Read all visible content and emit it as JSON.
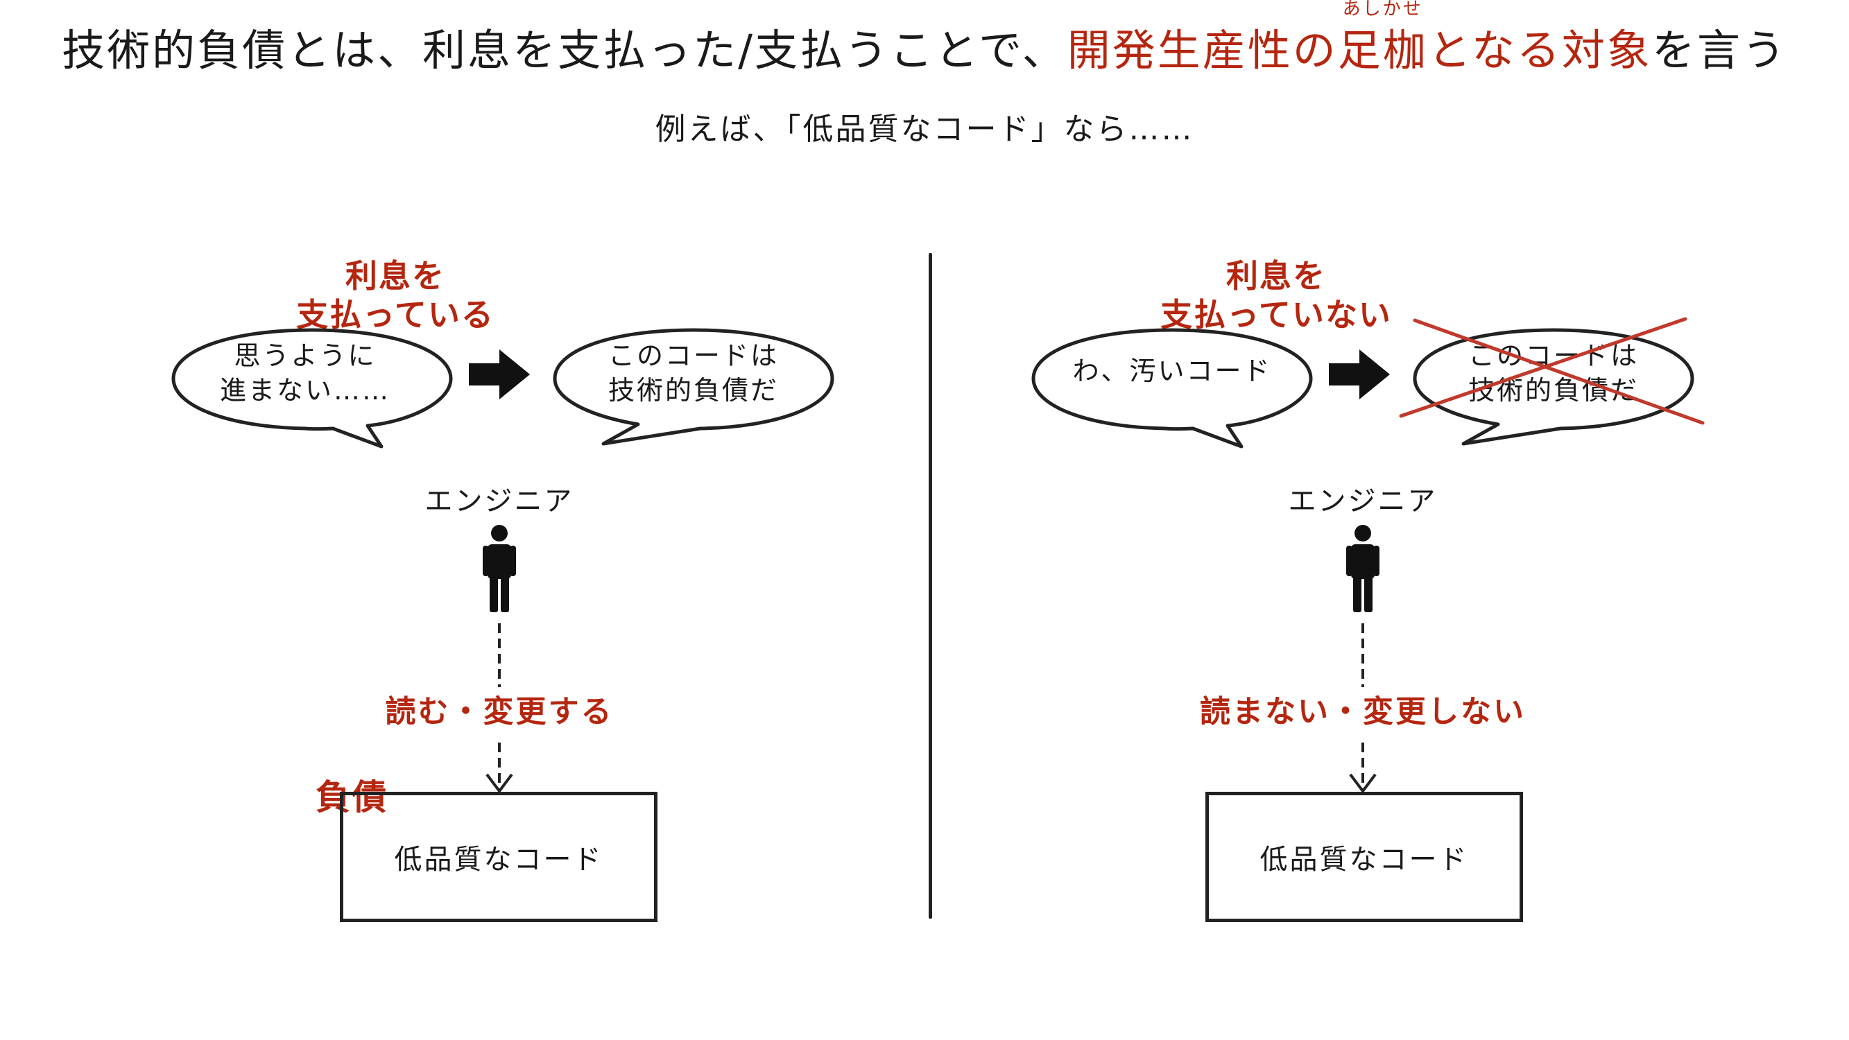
{
  "title": {
    "prefix": "技術的負債とは、利息を支払った/支払うことで、",
    "highlight_before_ruby": "開発生産性の",
    "ruby_base": "足枷",
    "ruby_reading": "あしかせ",
    "highlight_after_ruby": "となる対象",
    "suffix": "を言う"
  },
  "subtitle": "例えば、「低品質なコード」なら……",
  "left": {
    "interest_line1": "利息を",
    "interest_line2": "支払っている",
    "bubble1_line1": "思うように",
    "bubble1_line2": "進まない……",
    "bubble2_line1": "このコードは",
    "bubble2_line2": "技術的負債だ",
    "engineer": "エンジニア",
    "action": "読む・変更する",
    "debt_label": "負債",
    "code_label": "低品質なコード"
  },
  "right": {
    "interest_line1": "利息を",
    "interest_line2": "支払っていない",
    "bubble1_line1": "わ、汚いコード",
    "bubble2_line1": "このコードは",
    "bubble2_line2": "技術的負債だ",
    "engineer": "エンジニア",
    "action": "読まない・変更しない",
    "code_label": "低品質なコード"
  },
  "icons": {
    "person": "person-icon",
    "arrow": "right-arrow-icon",
    "down_arrow": "down-arrow-icon",
    "cross": "cross-out-icon"
  },
  "colors": {
    "accent": "#b5260f",
    "ink": "#1a1a1a",
    "cross": "#c0392b"
  }
}
